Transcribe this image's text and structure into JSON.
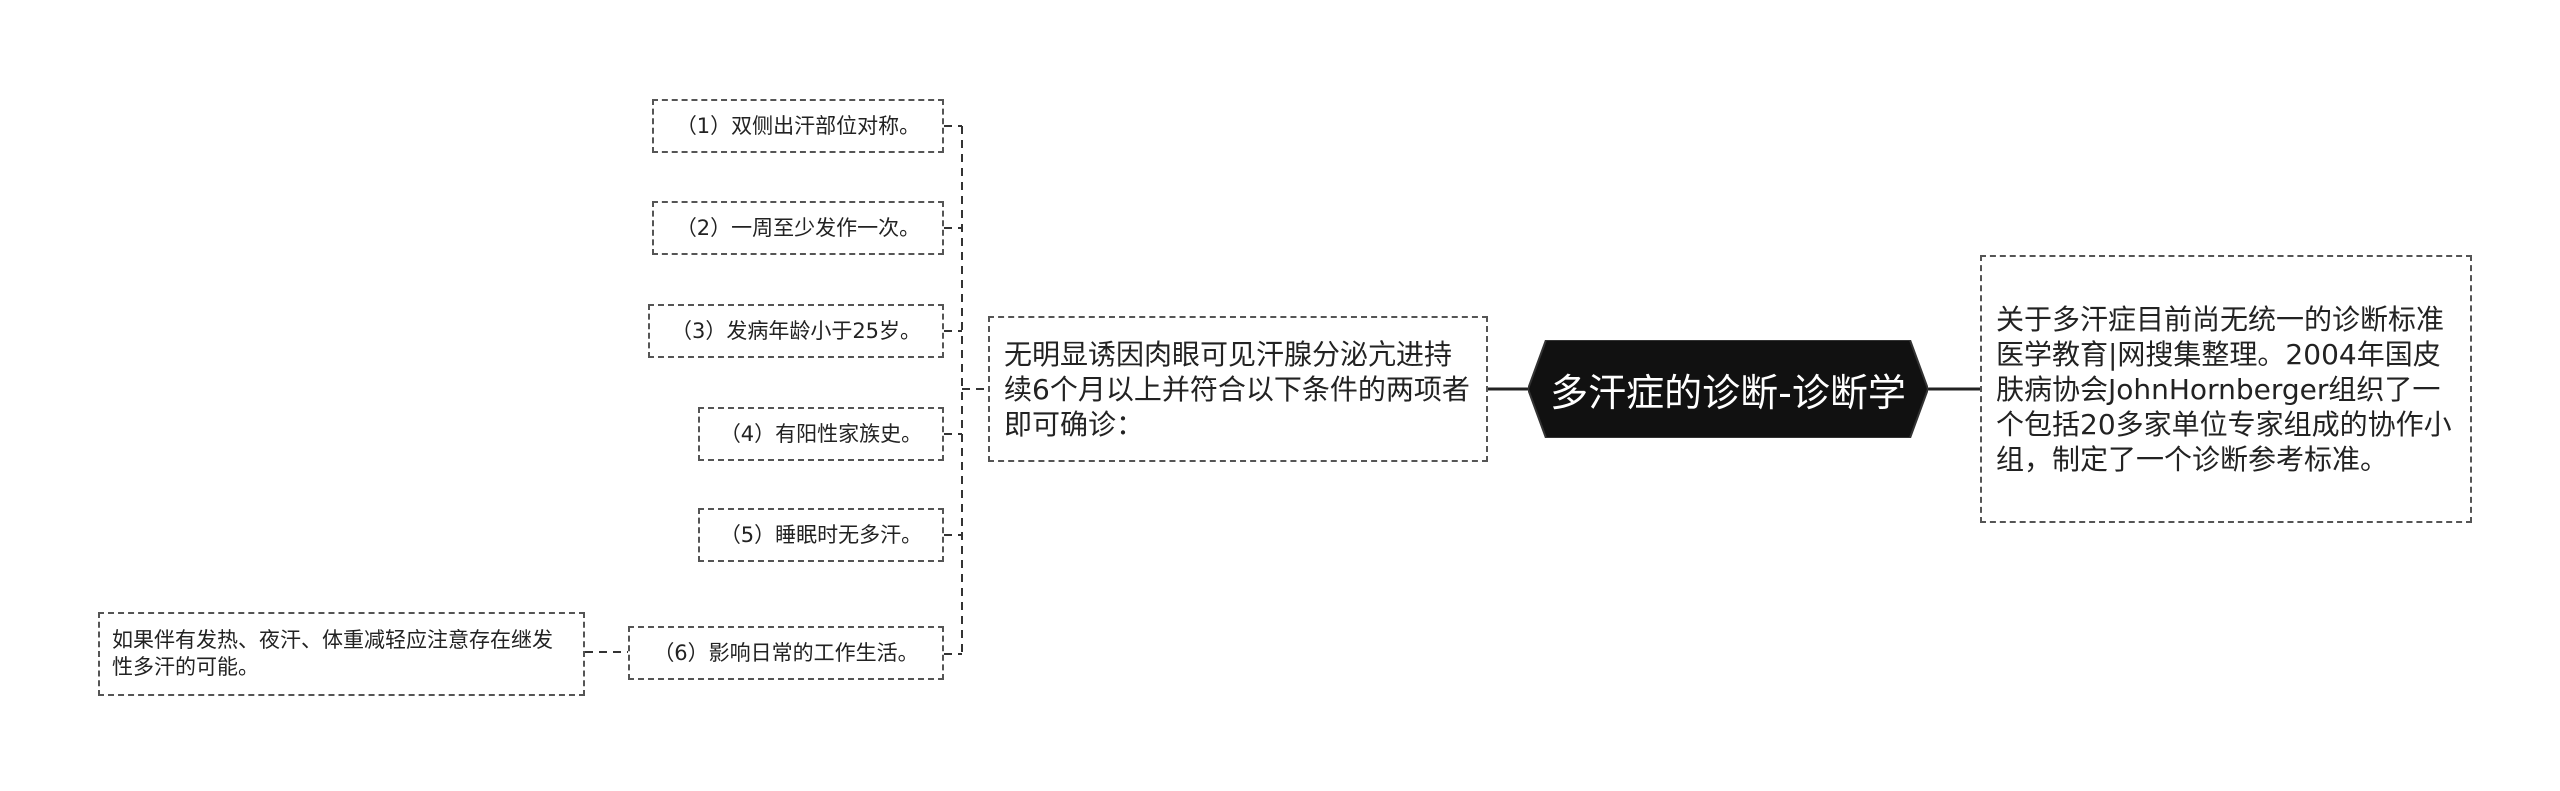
{
  "root": {
    "label": "多汗症的诊断-诊断学",
    "fill": "#111111"
  },
  "right_note": {
    "text": "关于多汗症目前尚无统一的诊断标准医学教育|网搜集整理。2004年国皮肤病协会JohnHornberger组织了一个包括20多家单位专家组成的协作小组，制定了一个诊断参考标准。"
  },
  "criteria_node": {
    "text": "无明显诱因肉眼可见汗腺分泌亢进持续6个月以上并符合以下条件的两项者即可确诊："
  },
  "criteria": [
    {
      "label": "（1）双侧出汗部位对称。"
    },
    {
      "label": "（2）一周至少发作一次。"
    },
    {
      "label": "（3）发病年龄小于25岁。"
    },
    {
      "label": "（4）有阳性家族史。"
    },
    {
      "label": "（5）睡眠时无多汗。"
    },
    {
      "label": "（6）影响日常的工作生活。"
    }
  ],
  "extra_note": {
    "text": "如果伴有发热、夜汗、体重减轻应注意存在继发性多汗的可能。"
  },
  "colors": {
    "line": "#222222",
    "border": "#555555"
  }
}
